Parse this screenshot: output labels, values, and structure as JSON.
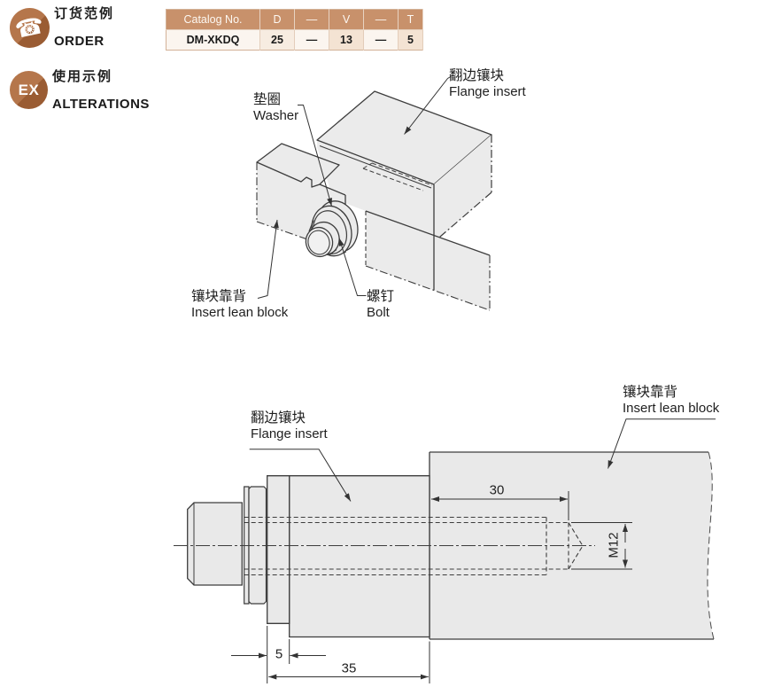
{
  "header": {
    "order": {
      "icon": "phone-icon",
      "title_zh": "订货范例",
      "title_en": "ORDER"
    },
    "alterations": {
      "icon_label": "EX",
      "title_zh": "使用示例",
      "title_en": "ALTERATIONS"
    }
  },
  "order_table": {
    "headers": [
      "Catalog No.",
      "D",
      "—",
      "V",
      "—",
      "T"
    ],
    "row": [
      "DM-XKDQ",
      "25",
      "—",
      "13",
      "—",
      "5"
    ]
  },
  "iso_drawing": {
    "labels": {
      "washer": {
        "zh": "垫圈",
        "en": "Washer"
      },
      "flange_insert": {
        "zh": "翻边镶块",
        "en": "Flange insert"
      },
      "insert_lean_block": {
        "zh": "镶块靠背",
        "en": "Insert lean block"
      },
      "bolt": {
        "zh": "螺钉",
        "en": "Bolt"
      }
    }
  },
  "section_drawing": {
    "labels": {
      "flange_insert": {
        "zh": "翻边镶块",
        "en": "Flange insert"
      },
      "insert_lean_block": {
        "zh": "镶块靠背",
        "en": "Insert lean block"
      }
    },
    "dimensions": {
      "thread_depth": "30",
      "thread_size": "M12",
      "flange_thickness": "5",
      "insert_length": "35"
    }
  },
  "colors": {
    "accent": "#c8916b",
    "table_header_bg": "#c8916b",
    "alterations_title": "#c08a5f",
    "drawing_fill": "#e9e9e9",
    "line": "#3d3d3d"
  }
}
